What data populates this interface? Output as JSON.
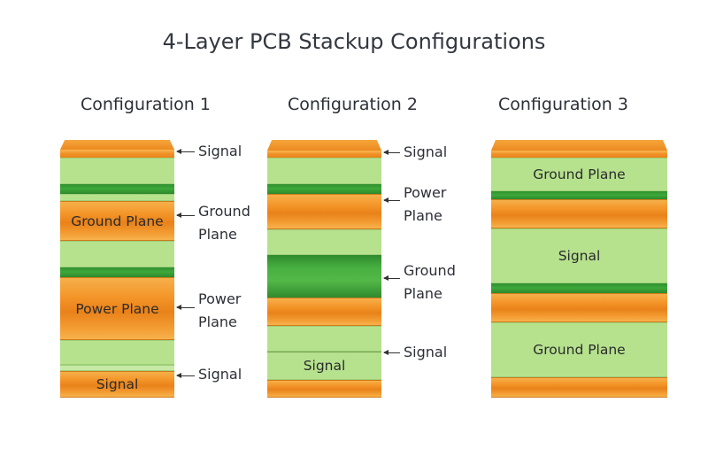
{
  "title": "4-Layer PCB Stackup Configurations",
  "configurations": [
    {
      "name": "Configuration 1",
      "layer_text": {
        "ground": "Ground Plane",
        "power": "Power Plane",
        "signal": "Signal"
      },
      "labels": {
        "l1": "Signal",
        "l2_line1": "Ground",
        "l2_line2": "Plane",
        "l3_line1": "Power",
        "l3_line2": "Plane",
        "l4": "Signal"
      }
    },
    {
      "name": "Configuration 2",
      "layer_text": {
        "signal": "Signal"
      },
      "labels": {
        "l1": "Signal",
        "l2_line1": "Power",
        "l2_line2": "Plane",
        "l3_line1": "Ground",
        "l3_line2": "Plane",
        "l4": "Signal"
      }
    },
    {
      "name": "Configuration 3",
      "layer_text": {
        "ground_top": "Ground Plane",
        "signal": "Signal",
        "ground_bottom": "Ground Plane"
      }
    }
  ],
  "colors": {
    "copper": "#f09228",
    "prepreg": "#b6e28e",
    "core_green": "#3ea83a",
    "text": "#2c2f36"
  }
}
